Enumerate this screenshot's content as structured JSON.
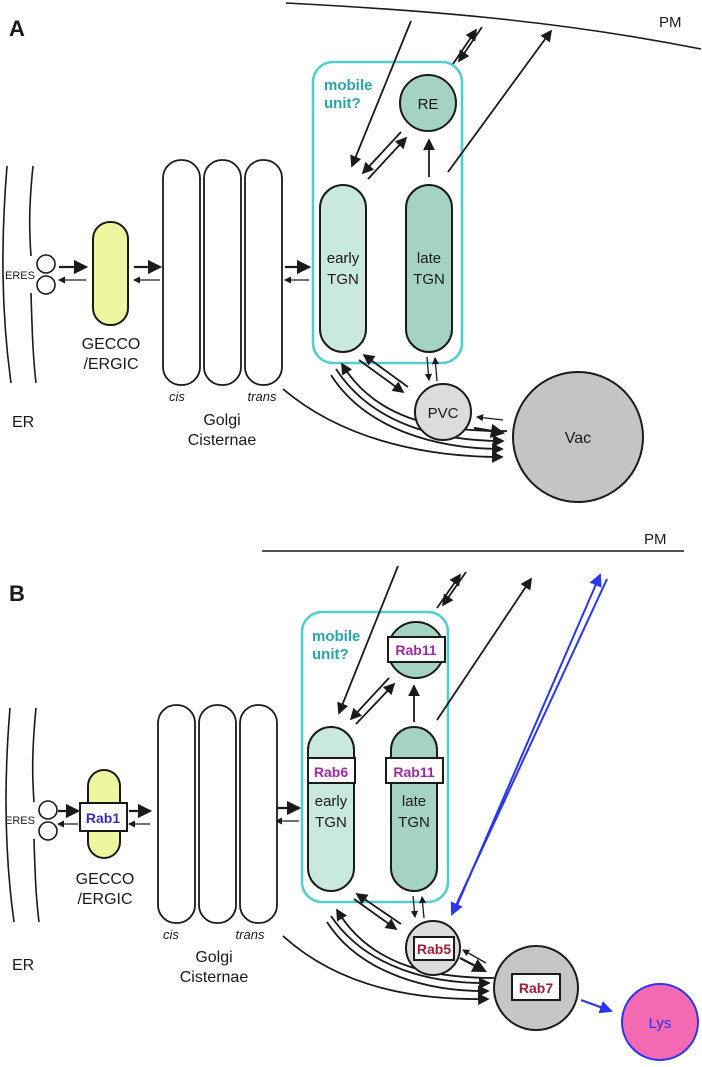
{
  "figure": {
    "type": "membrane-trafficking-pathway-diagram",
    "panels": [
      "A",
      "B"
    ]
  },
  "colors": {
    "outline": "#1a1a1a",
    "mobile_unit_border": "#52cfcc",
    "mobile_unit_text": "#2aa5a5",
    "gecco_fill": "#eef7a0",
    "early_tgn_fill": "#c9e9dc",
    "late_tgn_fill": "#a5d3c2",
    "re_fill": "#a5d3c2",
    "pvc_fill": "#dcdcdc",
    "vac_fill": "#c4c4c4",
    "rab5_circle_fill": "#dcdcdc",
    "rab7_circle_fill": "#c6c6c6",
    "lys_fill": "#f369b2",
    "lys_border": "#2b35ee",
    "blue_arrow": "#2b35ee",
    "rab1_text": "#3d2bb8",
    "rab6_text": "#a02aa0",
    "rab11_text": "#a02aa0",
    "rab5_text": "#a01d35",
    "rab7_text": "#a01d35"
  },
  "panelA": {
    "label": "A",
    "pm": "PM",
    "er": "ER",
    "eres": "ERES",
    "gecco1": "GECCO",
    "gecco2": "/ERGIC",
    "cis": "cis",
    "trans": "trans",
    "golgi1": "Golgi",
    "golgi2": "Cisternae",
    "mobile1": "mobile",
    "mobile2": "unit?",
    "early1": "early",
    "early2": "TGN",
    "late1": "late",
    "late2": "TGN",
    "re": "RE",
    "pvc": "PVC",
    "vac": "Vac"
  },
  "panelB": {
    "label": "B",
    "pm": "PM",
    "er": "ER",
    "eres": "ERES",
    "gecco1": "GECCO",
    "gecco2": "/ERGIC",
    "cis": "cis",
    "trans": "trans",
    "golgi1": "Golgi",
    "golgi2": "Cisternae",
    "mobile1": "mobile",
    "mobile2": "unit?",
    "early1": "early",
    "early2": "TGN",
    "late1": "late",
    "late2": "TGN",
    "rab1": "Rab1",
    "rab6": "Rab6",
    "rab11_re": "Rab11",
    "rab11_tgn": "Rab11",
    "rab5": "Rab5",
    "rab7": "Rab7",
    "lys": "Lys"
  }
}
